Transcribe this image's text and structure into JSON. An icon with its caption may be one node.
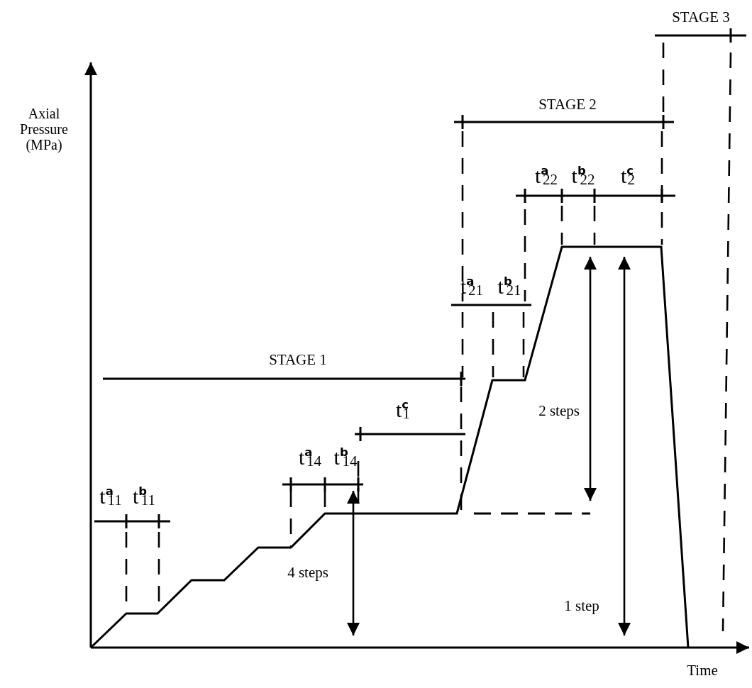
{
  "diagram": {
    "labels": [
      "Axial Pressure (MPa)",
      "Time",
      "STAGE 3",
      "STAGE 2",
      "t$^{a}$$_{22}$",
      "t$^{b}$$_{22}$",
      "t$^{c}$$_{2}$",
      "t$^{a}$$_{21}$",
      "t$^{b}$$_{21}$",
      "STAGE 1",
      "t$^{c}$$_{1}$",
      "2 steps",
      "t$^{a}$$_{14}$",
      "t$^{b}$$_{14}$",
      "t$^{a}$$_{11}$",
      "t$^{b}$$_{11}$",
      "4 steps",
      "1 step"
    ]
  }
}
